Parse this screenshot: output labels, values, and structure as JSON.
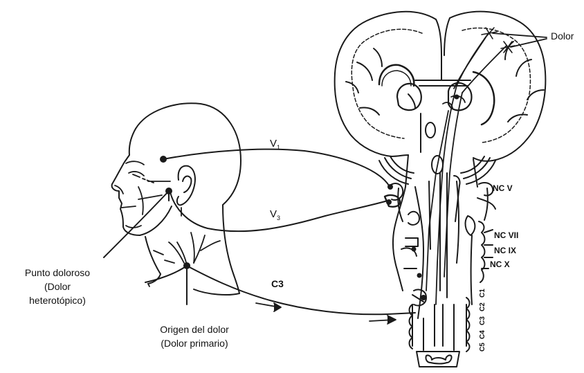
{
  "labels": {
    "dolor": "Dolor",
    "punto_line1": "Punto doloroso",
    "punto_line2": "(Dolor",
    "punto_line3": "heterotópico)",
    "origen_line1": "Origen del dolor",
    "origen_line2": "(Dolor primario)",
    "v1": "V",
    "v1_sub": "1",
    "v3": "V",
    "v3_sub": "3",
    "c3": "C3",
    "nc_v": "NC V",
    "nc_vii": "NC VII",
    "nc_ix": "NC IX",
    "nc_x": "NC X",
    "c1": "C1",
    "c2": "C2",
    "c3_seg": "C3",
    "c4": "C4",
    "c5": "C5"
  }
}
